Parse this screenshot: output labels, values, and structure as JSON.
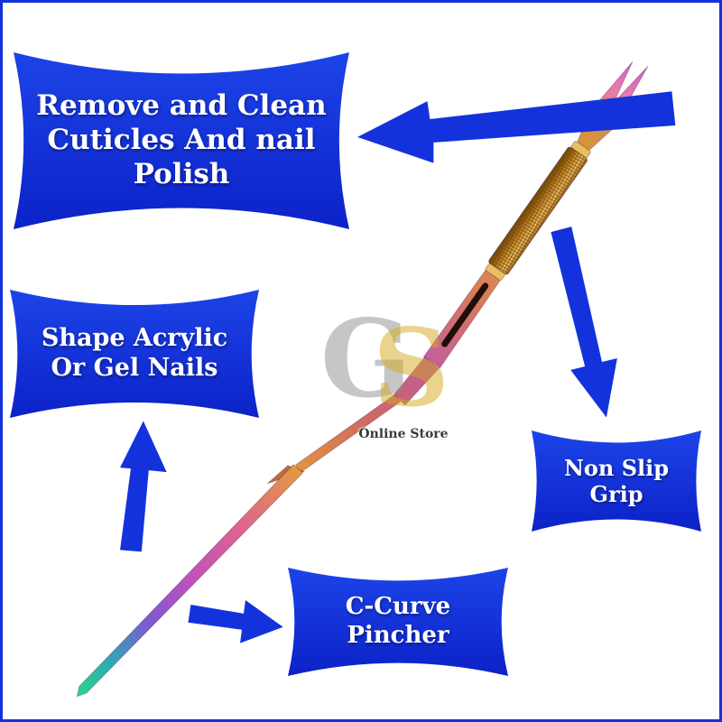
{
  "colors": {
    "accent_blue": "#1432dc",
    "banner_text": "#ffffff",
    "border_blue": "#1432dc",
    "grip_gold": "#c88a28",
    "blade_teal_tip": "#29d98a"
  },
  "banners": {
    "remove_clean": {
      "label": "Remove and Clean\nCuticles And nail\nPolish"
    },
    "shape_nails": {
      "label": "Shape Acrylic\nOr Gel Nails"
    },
    "non_slip": {
      "label": "Non Slip\nGrip"
    },
    "c_curve": {
      "label": "C-Curve\nPincher"
    }
  },
  "watermark": {
    "letter_g": "G",
    "letter_s": "S",
    "caption": "Online Store"
  },
  "icons": {
    "arrow_remove_clean": "arrow-to-remove-clean-label",
    "arrow_shape_nails": "arrow-to-shape-nails-label",
    "arrow_non_slip": "arrow-to-non-slip-label",
    "arrow_c_curve": "arrow-to-c-curve-label"
  }
}
